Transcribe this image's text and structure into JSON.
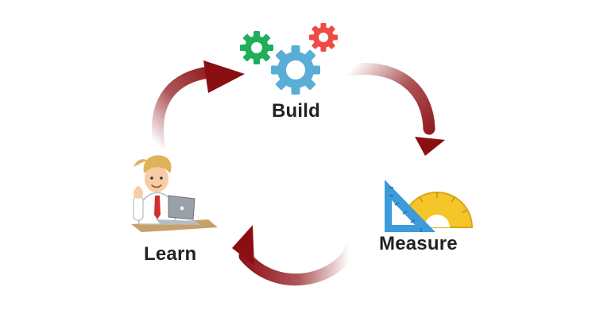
{
  "stages": {
    "build": "Build",
    "measure": "Measure",
    "learn": "Learn"
  },
  "icons": {
    "build": "gears-icon",
    "measure": "triangle-ruler-protractor-icon",
    "learn": "person-with-laptop-icon"
  },
  "colors": {
    "arrow": "#8b0e12",
    "gear_green": "#1fae5c",
    "gear_blue": "#5aaed6",
    "gear_red": "#ef4a43",
    "ruler_blue": "#3c9bd8",
    "protractor_yellow": "#f5c52a",
    "label": "#222222"
  }
}
